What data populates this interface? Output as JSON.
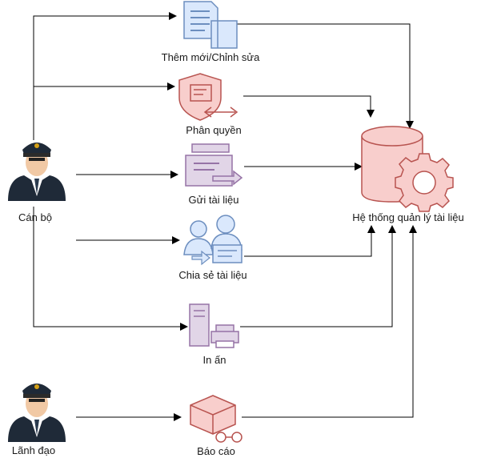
{
  "actors": {
    "staff": "Cán bộ",
    "leader": "Lãnh đạo"
  },
  "functions": {
    "add_edit": "Thêm mới/Chỉnh sửa",
    "permission": "Phân quyền",
    "send_document": "Gửi tài liệu",
    "share_document": "Chia sẻ tài liệu",
    "print": "In ấn",
    "report": "Báo cáo"
  },
  "system": {
    "name": "Hệ thống quản lý tài liệu"
  },
  "colors": {
    "doc_icon": "#dae8fc",
    "doc_icon_stroke": "#6c8ebf",
    "red_icon": "#f8cecc",
    "red_icon_stroke": "#b85450",
    "purple_icon": "#e1d5e7",
    "purple_icon_stroke": "#9673a6",
    "line": "#000000"
  }
}
